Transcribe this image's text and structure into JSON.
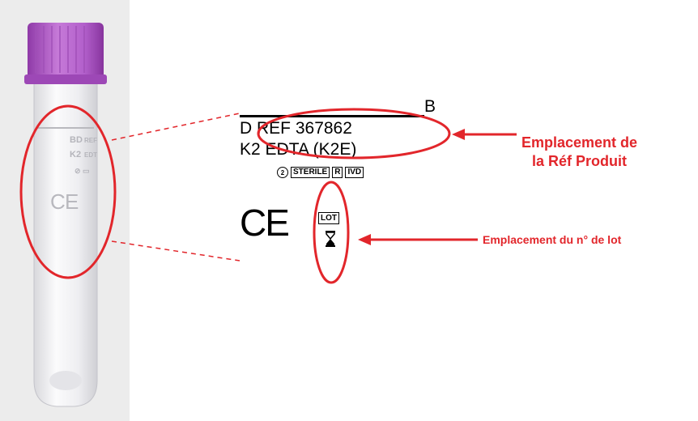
{
  "colors": {
    "accent": "#e2262b",
    "cap": "#b05cc8",
    "tube": "#f3f3f5",
    "label_text": "#000000"
  },
  "label": {
    "letter_b": "B",
    "line1": "D REF 367862",
    "line2": "K2 EDTA (K2E)",
    "symbols": {
      "no_reuse": "2",
      "sterile": "STERILE",
      "r": "R",
      "ivd": "IVD"
    },
    "ce": "CE",
    "lot": "LOT"
  },
  "annotations": {
    "ref_line1": "Emplacement de",
    "ref_line2": "la Réf Produit",
    "lot": "Emplacement du n° de lot"
  },
  "icons": {
    "hourglass": "hourglass-icon",
    "no_reuse": "no-reuse-icon"
  }
}
